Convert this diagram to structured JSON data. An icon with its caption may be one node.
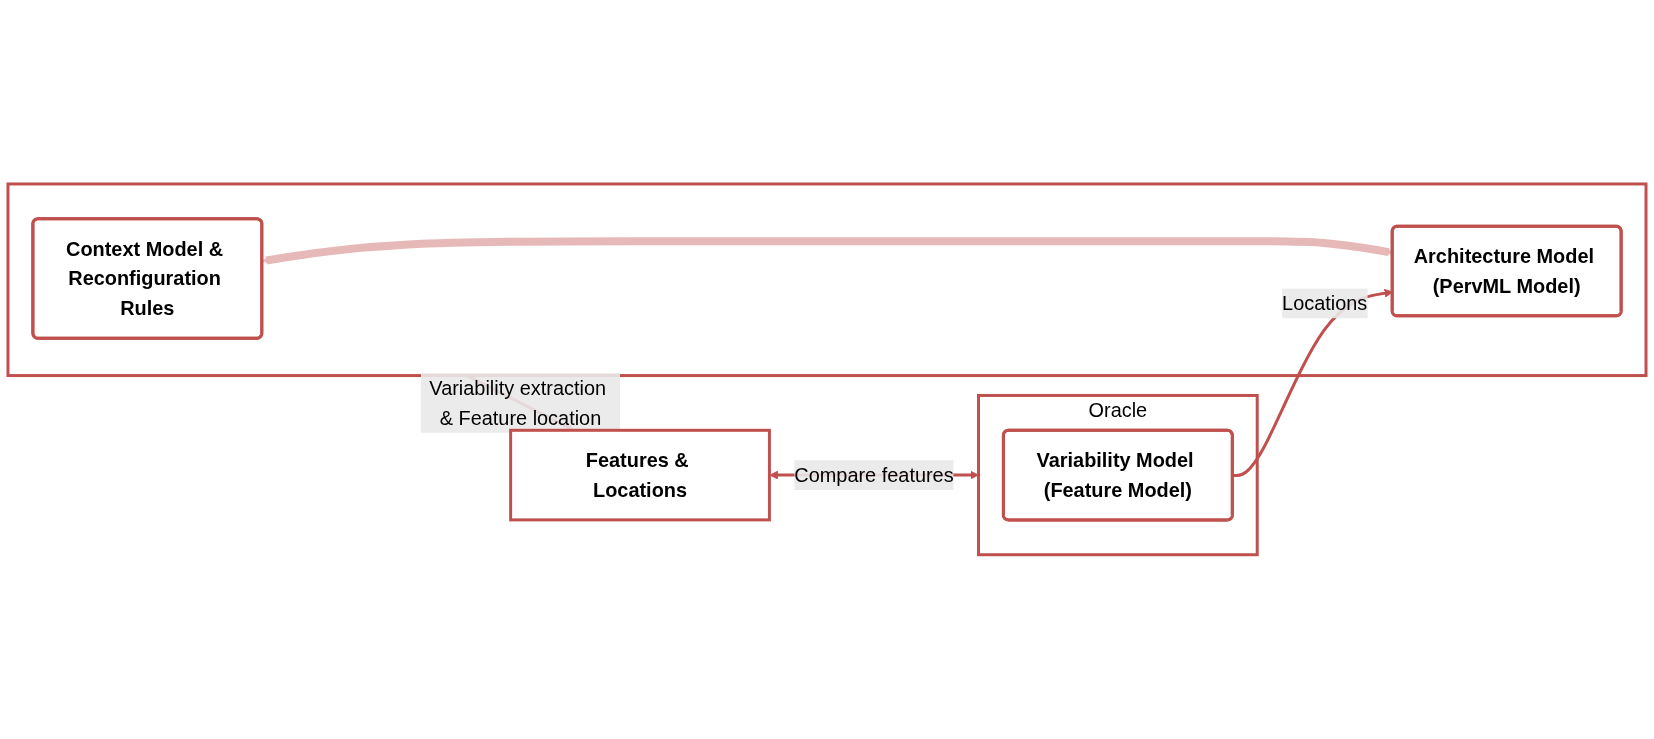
{
  "diagram": {
    "nodes": [
      {
        "text": [],
        "shape": "box"
      },
      {
        "text": [
          "Context Model & Reconfiguration Rules"
        ],
        "in": 0
      },
      {
        "text": [
          "Architecture Model (PervML Model)"
        ],
        "in": 0
      },
      {
        "text": [
          "Features & Locations"
        ]
      },
      {
        "text": [
          "Oracle"
        ]
      },
      {
        "text": [
          "Variability Model (Feature Model)"
        ],
        "in": 4
      }
    ],
    "edges": [
      {
        "from": 1,
        "to": 2,
        "arrow": "both",
        "style": "thick",
        "color": "#e6b9b8"
      },
      {
        "from": 0,
        "to": 3,
        "arrow": "to",
        "label": "Variability extraction & Feature location"
      },
      {
        "from": 3,
        "to": 4,
        "arrow": "both",
        "label": "Compare features"
      },
      {
        "from": 5,
        "to": 2,
        "arrow": "to",
        "label": "Locations"
      }
    ]
  }
}
